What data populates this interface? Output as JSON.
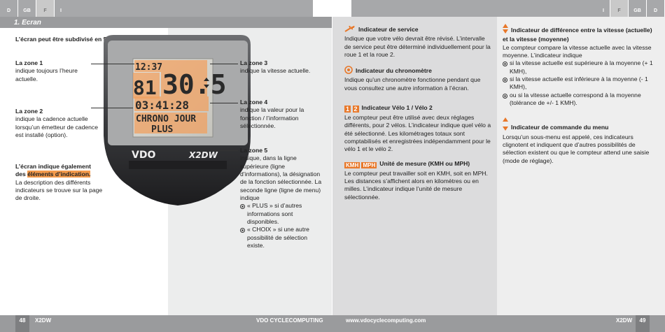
{
  "header": {
    "langs_left": [
      "D",
      "GB",
      "F",
      "I"
    ],
    "langs_right": [
      "I",
      "F",
      "GB",
      "D"
    ],
    "active_lang": "F"
  },
  "section_title": "1. Ecran",
  "left": {
    "intro": "L’écran peut être subdivisé en 5 zones :",
    "zone1_title": "La zone 1",
    "zone1_text": "indique toujours l’heure actuelle.",
    "zone2_title": "La zone 2",
    "zone2_text": "indique la cadence actuelle lorsqu’un émetteur de cadence est installé (option).",
    "ind_title_a": "L’écran indique également",
    "ind_title_b": "des",
    "ind_title_c": "éléments d’indication.",
    "ind_text": "La description des différents indicateurs se trouve sur la page de droite."
  },
  "device": {
    "time": "12:37",
    "cadence": "81",
    "speed": "30.5",
    "func_value": "03:41:28",
    "func_name": "CHRONO JOUR",
    "sub": "PLUS",
    "brand": "VDO",
    "model": "X2DW"
  },
  "middle": {
    "zone3_title": "La zone 3",
    "zone3_text": "indique la vitesse actuelle.",
    "zone4_title": "La zone 4",
    "zone4_text": "indique la valeur pour la fonction / l’information sélectionnée.",
    "zone5_title": "La zone 5",
    "zone5_text": "indique, dans la ligne supérieure (ligne d’informations), la désignation de la fonction sélectionnée. La seconde ligne (ligne de menu) indique",
    "zone5_b1": "« PLUS » si d’autres informations sont disponibles.",
    "zone5_b2": "« CHOIX » si une autre possibilité de sélection existe."
  },
  "right1": {
    "service_title": "Indicateur de service",
    "service_text": "Indique que votre vélo devrait être révisé. L’intervalle de service peut être déterminé individuellement pour la roue 1 et la roue 2.",
    "chrono_title": "Indicateur du chronomètre",
    "chrono_text": "Indique qu’un chronomètre fonctionne pendant que vous consultez une autre information à l’écran.",
    "velo_title": "Indicateur Vélo 1 / Vélo 2",
    "velo_text": "Le compteur peut être utilisé avec deux réglages différents, pour 2 vélos. L’indicateur indique quel vélo a été sélectionné. Les kilométrages totaux sont comptabilisés et enregistrées indépendamment pour le vélo 1 et le vélo 2.",
    "velo_icon1": "1",
    "velo_icon2": "2",
    "unit_icon1": "KMH",
    "unit_icon2": "MPH",
    "unit_title": "Unité de mesure (KMH ou MPH)",
    "unit_text": "Le compteur peut travailler soit en KMH, soit en MPH. Les distances s’affichent alors en kilomètres ou en milles. L’indicateur indique l’unité de mesure sélectionnée."
  },
  "right2": {
    "diff_title": "Indicateur de différence entre la vitesse (actuelle) et la vitesse (moyenne)",
    "diff_text": "Le compteur compare la vitesse actuelle avec la vitesse moyenne. L’indicateur indique",
    "diff_b1": "si la vitesse actuelle est supérieure à la moyenne (+ 1 KMH),",
    "diff_b2": "si la vitesse actuelle est inférieure à la moyenne (- 1 KMH),",
    "diff_b3": "ou si la vitesse actuelle correspond à la moyenne (tolérance de +/- 1 KMH).",
    "menu_title": "Indicateur de commande du menu",
    "menu_text": "Lorsqu’un sous-menu est appelé, ces indicateurs clignotent et indiquent que d’autres possibilités de sélection existent ou que le compteur attend une saisie (mode de réglage)."
  },
  "footer": {
    "page_left": "48",
    "model_left": "X2DW",
    "brand": "VDO CYCLECOMPUTING",
    "url": "www.vdocyclecomputing.com",
    "model_right": "X2DW",
    "page_right": "49"
  },
  "colors": {
    "accent": "#e8782a",
    "bar_grey": "#9a9b9d",
    "panel_grey": "#dcdcdd"
  }
}
